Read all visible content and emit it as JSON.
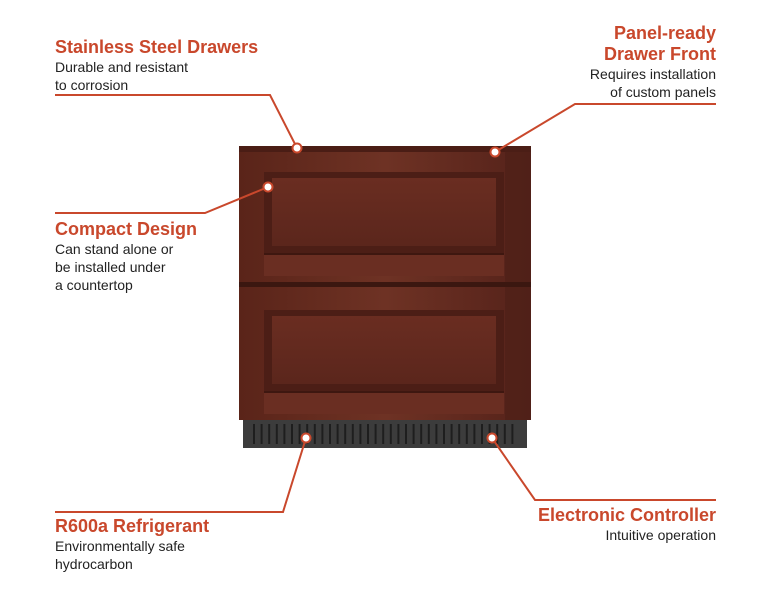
{
  "callouts": {
    "stainless": {
      "title": "Stainless Steel Drawers",
      "desc_lines": [
        "Durable and resistant",
        "to corrosion"
      ]
    },
    "panel": {
      "title_lines": [
        "Panel-ready",
        "Drawer Front"
      ],
      "desc_lines": [
        "Requires installation",
        "of custom panels"
      ]
    },
    "compact": {
      "title": "Compact Design",
      "desc_lines": [
        "Can stand alone or",
        "be installed under",
        "a countertop"
      ]
    },
    "r600a": {
      "title": "R600a Refrigerant",
      "desc_lines": [
        "Environmentally safe",
        "hydrocarbon"
      ]
    },
    "electronic": {
      "title": "Electronic Controller",
      "desc_lines": [
        "Intuitive operation"
      ]
    }
  },
  "colors": {
    "accent": "#c9482c",
    "wood_dark": "#4a1e16",
    "wood_mid": "#6b2e22",
    "wood_light": "#7e3a2b",
    "grille": "#3a3a3a"
  }
}
